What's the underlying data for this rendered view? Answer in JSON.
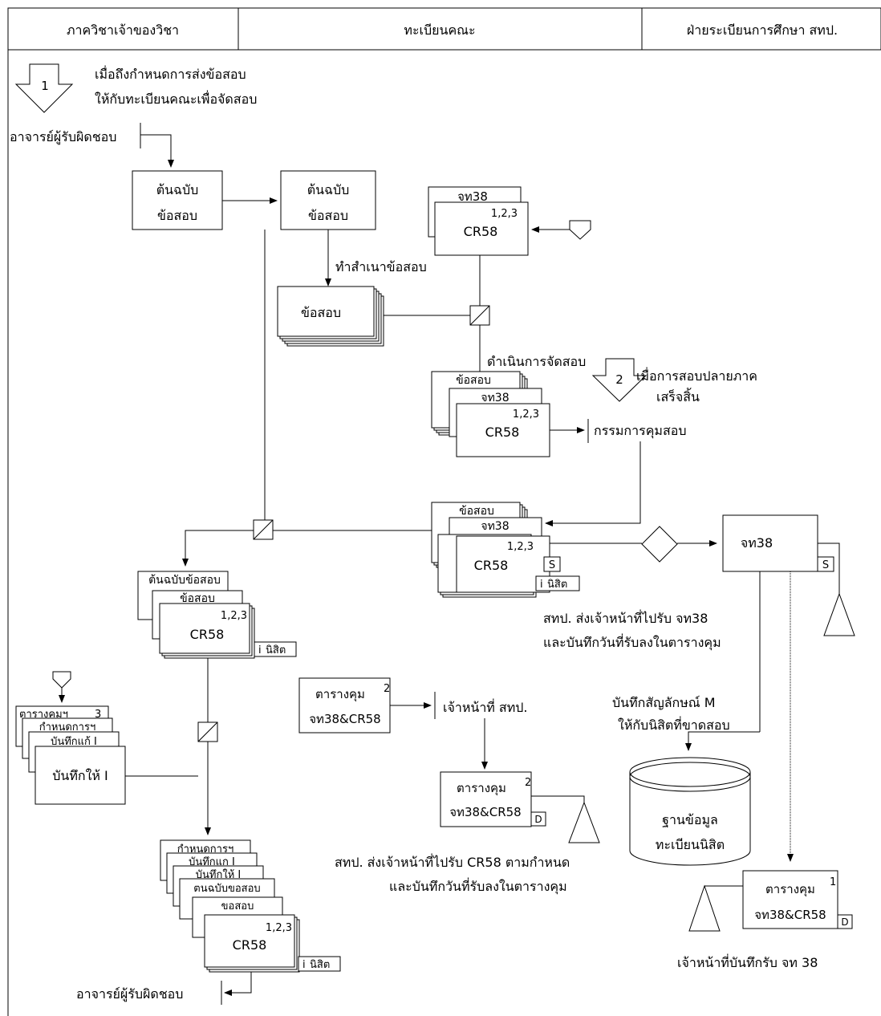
{
  "header": {
    "col1": "ภาควิชาเจ้าของวิชา",
    "col2": "ทะเบียนคณะ",
    "col3": "ฝ่ายระเบียนการศึกษา สทป."
  },
  "notes": {
    "step1_line1": "เมื่อถึงกำหนดการส่งข้อสอบ",
    "step1_line2": "ให้กับทะเบียนคณะเพื่อจัดสอบ",
    "step2_line1": "เมื่อการสอบปลายภาค",
    "step2_line2": "เสร็จสิ้น",
    "copy_exam": "ทำสำเนาข้อสอบ",
    "run_exam": "ดำเนินการจัดสอบ",
    "send_jt38_1": "สทป. ส่งเจ้าหน้าที่ไปรับ จท38",
    "send_jt38_2": "และบันทึกวันที่รับลงในตารางคุม",
    "mark_m_1": "บันทึกสัญลักษณ์ M",
    "mark_m_2": "ให้กับนิสิตที่ขาดสอบ",
    "send_cr58_1": "สทป. ส่งเจ้าหน้าที่ไปรับ CR58 ตามกำหนด",
    "send_cr58_2": "และบันทึกวันที่รับลงในตารางคุม",
    "staff_jt38": "เจ้าหน้าที่บันทึกรับ จท 38"
  },
  "labels": {
    "step1": "1",
    "step2": "2",
    "responsible_teacher": "อาจารย์ผู้รับผิดชอบ",
    "original": "ต้นฉบับ",
    "exam": "ข้อสอบ",
    "original_exam": "ต้นฉบับข้อสอบ",
    "jt38": "จท38",
    "cr58": "CR58",
    "nums123": "1,2,3",
    "proctor": "กรรมการคุมสอบ",
    "S": "S",
    "D": "D",
    "student": "นิสิต",
    "i": "i",
    "control_table": "ตารางคุม",
    "control_table_short": "ตารางคุมฯ",
    "jt38cr58": "จท38&CR58",
    "staff_sorp": "เจ้าหน้าที่ สทป.",
    "database1": "ฐานข้อมูล",
    "database2": "ทะเบียนนิสิต",
    "num1": "1",
    "num2": "2",
    "num3": "3",
    "deadline": "กำหนดการฯ",
    "record_fix": "บันทึกแก้ I",
    "record_give": "บันทึกให้ I",
    "record_give_b": "บันทึกให้ I",
    "record_fix_b": "บันทึกแก I",
    "deadline_b": "กำหนดการฯ",
    "exam_b": "ขอสอบ",
    "original_exam_b": "ตนฉบับขอสอบ"
  }
}
